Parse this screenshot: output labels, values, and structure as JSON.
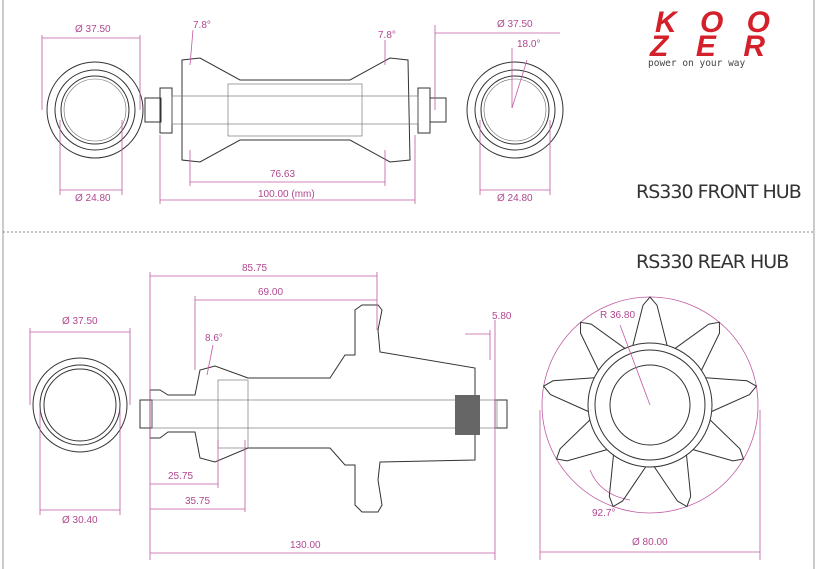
{
  "logo": {
    "line1": "KOO",
    "line2": "ZER",
    "tagline": "power on your way",
    "color": "#d3202a"
  },
  "front_hub": {
    "title": "RS330 FRONT HUB",
    "left_flange": {
      "outer_diameter": "Ø 37.50",
      "inner_diameter": "Ø 24.80"
    },
    "right_flange": {
      "outer_diameter": "Ø 37.50",
      "inner_diameter": "Ø 24.80",
      "angle": "18.0°"
    },
    "angle_left": "7.8°",
    "angle_right": "7.8°",
    "flange_spacing": "76.63",
    "overall_width": "100.00  (mm)"
  },
  "rear_hub": {
    "title": "RS330 REAR HUB",
    "flange": {
      "outer_diameter": "Ø 37.50",
      "inner_diameter": "Ø 30.40"
    },
    "dim_85": "85.75",
    "dim_69": "69.00",
    "dim_5": "5.80",
    "angle": "8.6°",
    "dim_25": "25.75",
    "dim_35": "35.75",
    "overall_width": "130.00",
    "disc": {
      "radius": "R 36.80",
      "angle": "92.7°",
      "diameter": "Ø 80.00"
    }
  },
  "colors": {
    "dimension": "#b0488f",
    "brand": "#d3202a"
  }
}
